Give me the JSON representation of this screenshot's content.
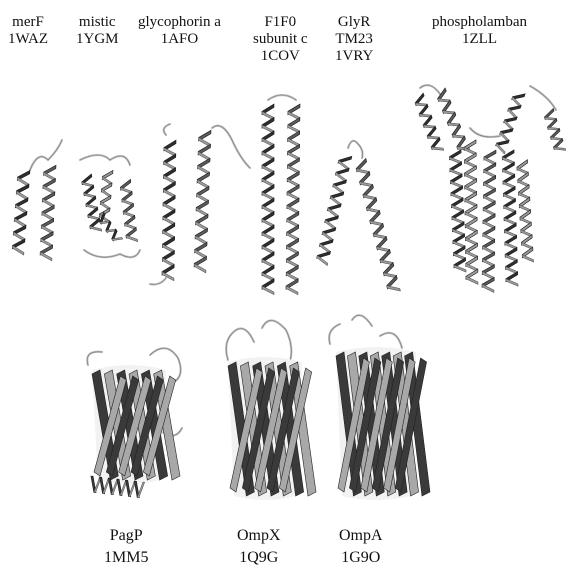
{
  "figure": {
    "proteins_top": [
      {
        "name": "merF",
        "pdb": "1WAZ"
      },
      {
        "name": "mistic",
        "pdb": "1YGM"
      },
      {
        "name": "glycophorin a",
        "pdb": "1AFO"
      },
      {
        "name": "F1F0",
        "name2": "subunit c",
        "pdb": "1COV"
      },
      {
        "name": "GlyR",
        "name2": "TM23",
        "pdb": "1VRY"
      },
      {
        "name": "phospholamban",
        "pdb": "1ZLL"
      }
    ],
    "proteins_bottom": [
      {
        "name": "PagP",
        "pdb": "1MM5"
      },
      {
        "name": "OmpX",
        "pdb": "1Q9G"
      },
      {
        "name": "OmpA",
        "pdb": "1G9O"
      }
    ],
    "colors": {
      "helix_dark": "#2e2e2e",
      "helix_mid": "#5a5a5a",
      "helix_light": "#9a9a9a",
      "strand_dark": "#3a3a3a",
      "strand_light": "#a8a8a8",
      "loop": "#bdbdbd"
    }
  }
}
